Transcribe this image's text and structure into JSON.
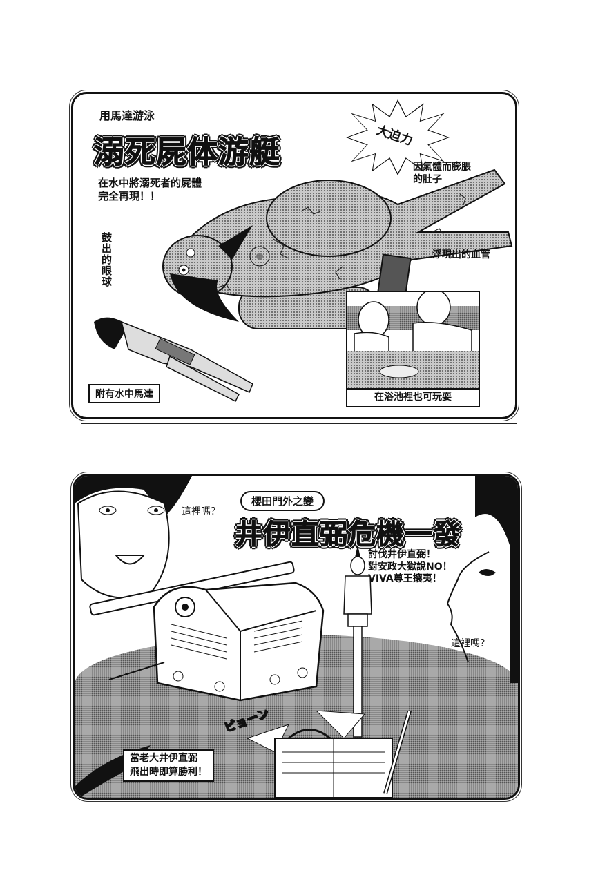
{
  "panels": [
    {
      "id": "drowned-corpse-boat",
      "subtitle": "用馬達游泳",
      "title": "溺死屍体游艇",
      "description": "在水中將溺死者的屍體\n完全再現！！",
      "burst_label": "大迫力",
      "annotations": {
        "belly": "因氣體而膨脹\n的肚子",
        "veins": "浮現出的血管",
        "eyes": "鼓出的眼球"
      },
      "motor_caption": "附有水中馬達",
      "bath_caption": "在浴池裡也可玩耍"
    },
    {
      "id": "ii-naosuke-crisis",
      "subtitle": "櫻田門外之變",
      "title": "井伊直弼危機一發",
      "speech_left": "這裡嗎？",
      "speech_right": "這裡嗎？",
      "slogans": "討伐井伊直弼！\n對安政大獄說NO！\nVIVA尊王攘夷！",
      "sound_effect": "ピョーン",
      "win_caption": "當老大井伊直弼\n飛出時即算勝利！"
    }
  ]
}
